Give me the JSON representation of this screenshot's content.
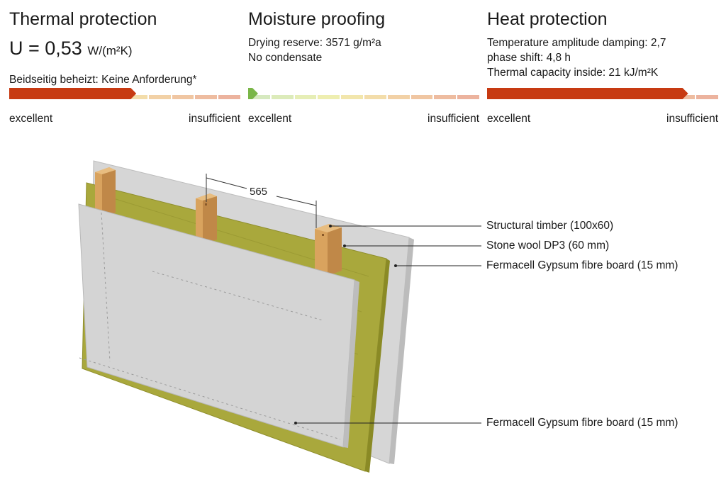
{
  "panels": {
    "thermal": {
      "title": "Thermal protection",
      "u_prefix": "U = 0,53",
      "u_unit": "W/(m²K)",
      "note": "Beidseitig beheizt: Keine Anforderung*",
      "rating_fraction": 0.55,
      "scale_left": "excellent",
      "scale_right": "insufficient"
    },
    "moisture": {
      "title": "Moisture proofing",
      "line1": "Drying reserve: 3571 g/m²a",
      "line2": "No condensate",
      "rating_fraction": 0.04,
      "scale_left": "excellent",
      "scale_right": "insufficient"
    },
    "heat": {
      "title": "Heat protection",
      "line1": "Temperature amplitude damping: 2,7",
      "line2": "phase shift: 4,8 h",
      "line3": "Thermal capacity inside: 21 kJ/m²K",
      "rating_fraction": 0.87,
      "scale_left": "excellent",
      "scale_right": "insufficient"
    }
  },
  "diagram": {
    "dimension_label": "565",
    "callouts": [
      "Structural timber (100x60)",
      "Stone wool DP3 (60 mm)",
      "Fermacell Gypsum fibre board (15 mm)",
      "Fermacell Gypsum fibre board (15 mm)"
    ]
  },
  "colors": {
    "rating_bar": "#c73a12",
    "moisture_bar": "#7ab648",
    "board": "#d3d3d3",
    "board_edge": "#b5b5b5",
    "wool": "#a7a63a",
    "wool_side": "#8b8b26",
    "timber": "#d8a35f",
    "timber_dark": "#b9864a"
  }
}
